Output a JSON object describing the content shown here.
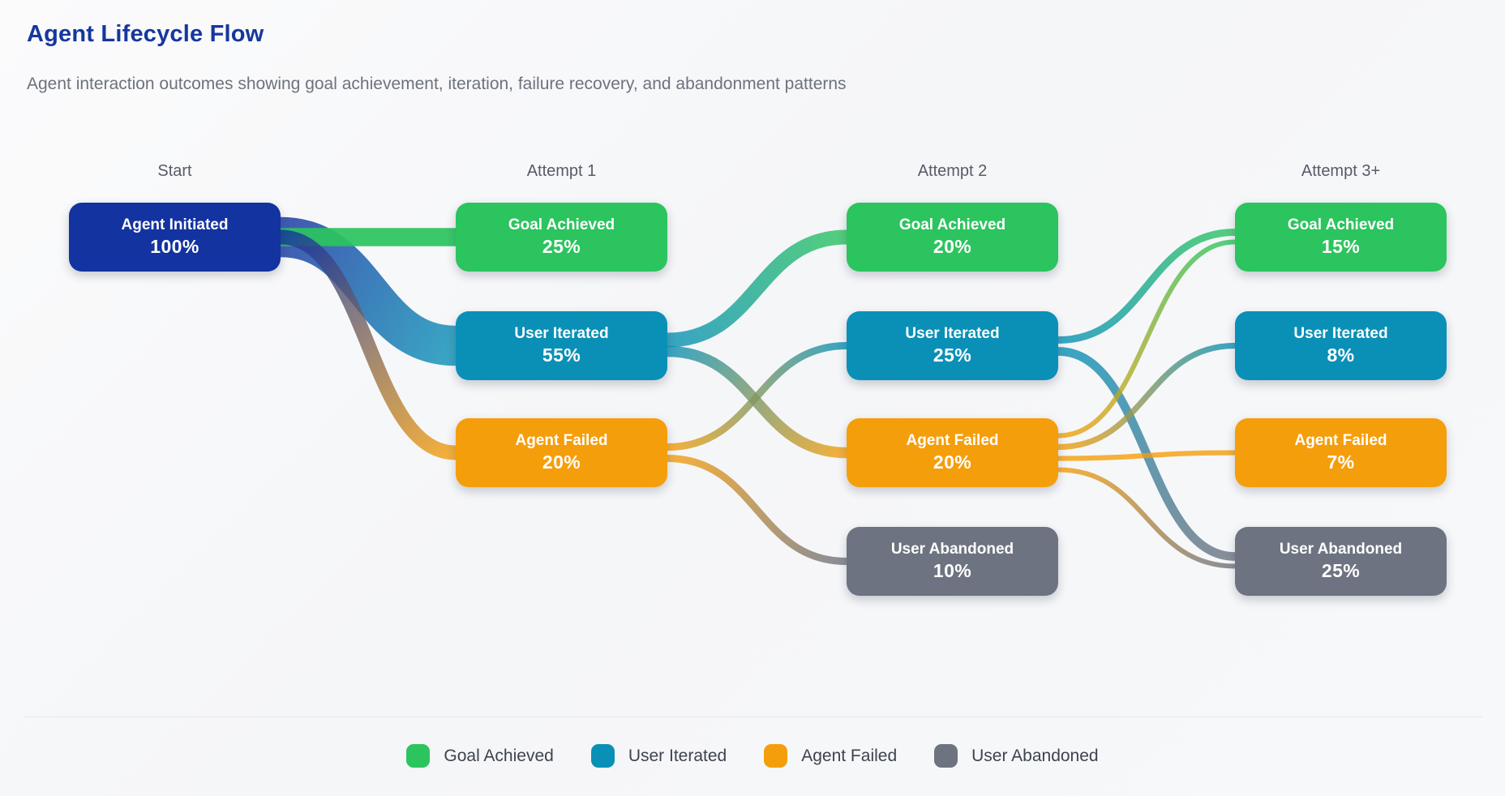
{
  "header": {
    "title": "Agent Lifecycle Flow",
    "subtitle": "Agent interaction outcomes showing goal achievement, iteration, failure recovery, and abandonment patterns"
  },
  "chart_data": {
    "type": "sankey",
    "columns": [
      "Start",
      "Attempt 1",
      "Attempt 2",
      "Attempt 3+"
    ],
    "colors": {
      "initiated": "#1233a0",
      "goal": "#2bc45e",
      "iterated": "#0a90b6",
      "failed": "#f59e0b",
      "abandoned": "#6d7380"
    },
    "nodes": [
      {
        "id": "start-initiated",
        "column": 0,
        "row": 0,
        "label": "Agent Initiated",
        "value": "100%",
        "pct": 100,
        "category": "initiated"
      },
      {
        "id": "a1-goal",
        "column": 1,
        "row": 0,
        "label": "Goal Achieved",
        "value": "25%",
        "pct": 25,
        "category": "goal"
      },
      {
        "id": "a1-iterated",
        "column": 1,
        "row": 1,
        "label": "User Iterated",
        "value": "55%",
        "pct": 55,
        "category": "iterated"
      },
      {
        "id": "a1-failed",
        "column": 1,
        "row": 2,
        "label": "Agent Failed",
        "value": "20%",
        "pct": 20,
        "category": "failed"
      },
      {
        "id": "a2-goal",
        "column": 2,
        "row": 0,
        "label": "Goal Achieved",
        "value": "20%",
        "pct": 20,
        "category": "goal"
      },
      {
        "id": "a2-iterated",
        "column": 2,
        "row": 1,
        "label": "User Iterated",
        "value": "25%",
        "pct": 25,
        "category": "iterated"
      },
      {
        "id": "a2-failed",
        "column": 2,
        "row": 2,
        "label": "Agent Failed",
        "value": "20%",
        "pct": 20,
        "category": "failed"
      },
      {
        "id": "a2-abandoned",
        "column": 2,
        "row": 3,
        "label": "User Abandoned",
        "value": "10%",
        "pct": 10,
        "category": "abandoned"
      },
      {
        "id": "a3-goal",
        "column": 3,
        "row": 0,
        "label": "Goal Achieved",
        "value": "15%",
        "pct": 15,
        "category": "goal"
      },
      {
        "id": "a3-iterated",
        "column": 3,
        "row": 1,
        "label": "User Iterated",
        "value": "8%",
        "pct": 8,
        "category": "iterated"
      },
      {
        "id": "a3-failed",
        "column": 3,
        "row": 2,
        "label": "Agent Failed",
        "value": "7%",
        "pct": 7,
        "category": "failed"
      },
      {
        "id": "a3-abandoned",
        "column": 3,
        "row": 3,
        "label": "User Abandoned",
        "value": "25%",
        "pct": 25,
        "category": "abandoned"
      }
    ],
    "links": [
      {
        "source": "start-initiated",
        "target": "a1-goal",
        "value": 25,
        "flow_color": "goal"
      },
      {
        "source": "start-initiated",
        "target": "a1-iterated",
        "value": 55
      },
      {
        "source": "start-initiated",
        "target": "a1-failed",
        "value": 20
      },
      {
        "source": "a1-iterated",
        "target": "a2-goal",
        "value": 20
      },
      {
        "source": "a1-iterated",
        "target": "a2-failed",
        "value": 15
      },
      {
        "source": "a1-failed",
        "target": "a2-iterated",
        "value": 10
      },
      {
        "source": "a1-failed",
        "target": "a2-abandoned",
        "value": 10
      },
      {
        "source": "a2-iterated",
        "target": "a3-goal",
        "value": 10
      },
      {
        "source": "a2-iterated",
        "target": "a3-abandoned",
        "value": 12
      },
      {
        "source": "a2-failed",
        "target": "a3-goal",
        "value": 5
      },
      {
        "source": "a2-failed",
        "target": "a3-iterated",
        "value": 8
      },
      {
        "source": "a2-failed",
        "target": "a3-failed",
        "value": 7
      },
      {
        "source": "a2-failed",
        "target": "a3-abandoned",
        "value": 5
      }
    ]
  },
  "legend": {
    "items": [
      {
        "label": "Goal Achieved",
        "category": "goal"
      },
      {
        "label": "User Iterated",
        "category": "iterated"
      },
      {
        "label": "Agent Failed",
        "category": "failed"
      },
      {
        "label": "User Abandoned",
        "category": "abandoned"
      }
    ]
  }
}
